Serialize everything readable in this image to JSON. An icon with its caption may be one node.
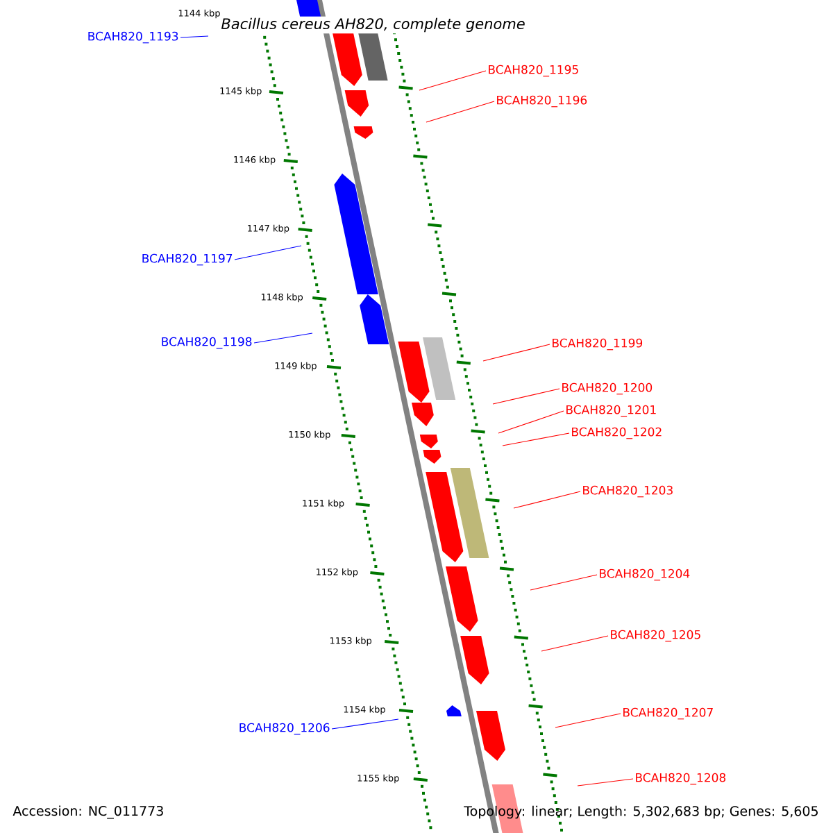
{
  "diagram": {
    "title": "Bacillus cereus AH820, complete genome",
    "nodes": [
      {
        "text": [
          "BCAH820_1193"
        ]
      },
      {
        "text": [
          "BCAH820_1195"
        ]
      },
      {
        "text": [
          "BCAH820_1196"
        ]
      },
      {
        "text": [
          "BCAH820_1197"
        ]
      },
      {
        "text": [
          "BCAH820_1198"
        ]
      },
      {
        "text": [
          "BCAH820_1199"
        ]
      },
      {
        "text": [
          "BCAH820_1200"
        ]
      },
      {
        "text": [
          "BCAH820_1201"
        ]
      },
      {
        "text": [
          "BCAH820_1202"
        ]
      },
      {
        "text": [
          "BCAH820_1203"
        ]
      },
      {
        "text": [
          "BCAH820_1204"
        ]
      },
      {
        "text": [
          "BCAH820_1205"
        ]
      },
      {
        "text": [
          "BCAH820_1207"
        ]
      },
      {
        "text": [
          "BCAH820_1206"
        ]
      },
      {
        "text": [
          "BCAH820_1208"
        ]
      }
    ],
    "edges": [
      {
        "from": 0,
        "to": null,
        "arrow": "none",
        "color": "#0000ff"
      },
      {
        "from": 1,
        "to": null,
        "arrow": "none"
      },
      {
        "from": 2,
        "to": null,
        "arrow": "none"
      },
      {
        "from": 3,
        "to": null,
        "arrow": "none",
        "color": "#0000ff"
      },
      {
        "from": 4,
        "to": null,
        "arrow": "none",
        "color": "#0000ff"
      },
      {
        "from": 5,
        "to": null,
        "arrow": "none"
      },
      {
        "from": 6,
        "to": null,
        "arrow": "none"
      },
      {
        "from": 7,
        "to": null,
        "arrow": "none"
      },
      {
        "from": 8,
        "to": null,
        "arrow": "none"
      },
      {
        "from": 9,
        "to": null,
        "arrow": "none"
      },
      {
        "from": 10,
        "to": null,
        "arrow": "none"
      },
      {
        "from": 11,
        "to": null,
        "arrow": "none"
      },
      {
        "from": 12,
        "to": null,
        "arrow": "none"
      },
      {
        "from": 13,
        "to": null,
        "arrow": "none",
        "color": "#0000ff"
      },
      {
        "from": 14,
        "to": null,
        "arrow": "none"
      }
    ],
    "labels": [
      "1144 kbp",
      "1145 kbp",
      "1146 kbp",
      "1147 kbp",
      "1148 kbp",
      "1149 kbp",
      "1150 kbp",
      "1151 kbp",
      "1152 kbp",
      "1153 kbp",
      "1154 kbp",
      "1155 kbp",
      "Accession: NC_011773",
      "Topology: linear; Length: 5,302,683 bp; Genes: 5,605"
    ]
  }
}
